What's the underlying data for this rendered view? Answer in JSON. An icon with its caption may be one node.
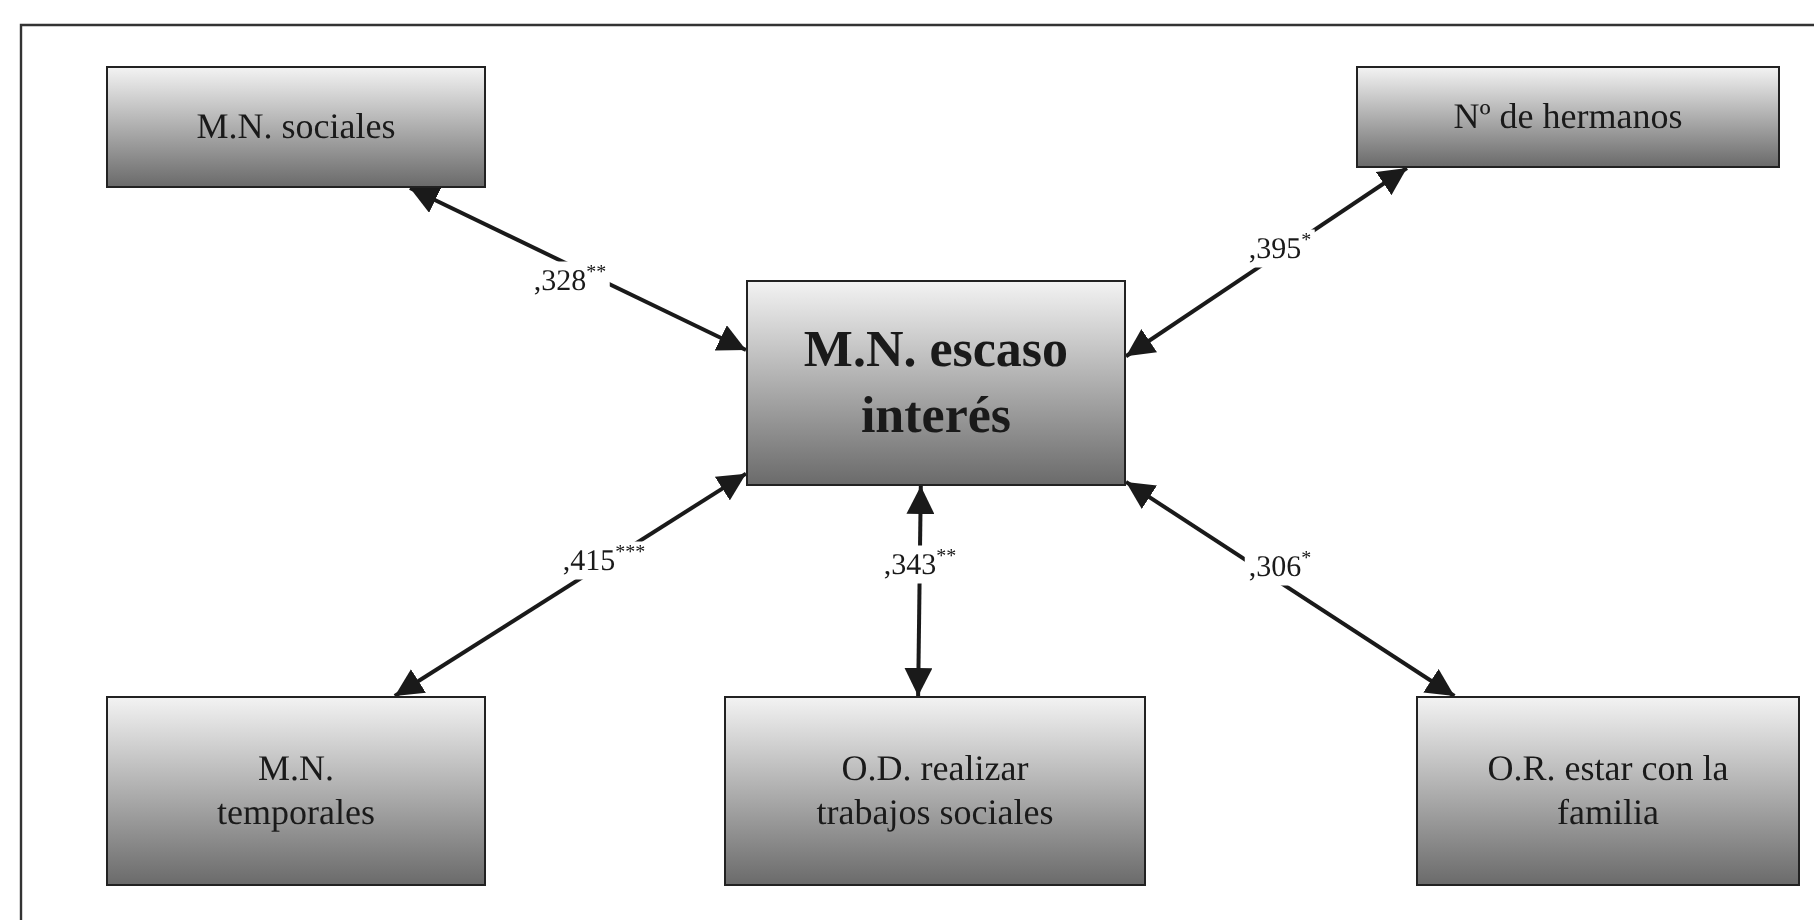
{
  "diagram": {
    "nodes": [
      {
        "text": [
          "M.N. sociales"
        ]
      },
      {
        "text": [
          "Nº de hermanos"
        ]
      },
      {
        "text": [
          "M.N. escaso interés"
        ]
      },
      {
        "text": [
          "M.N. temporales"
        ]
      },
      {
        "text": [
          "O.D. realizar trabajos sociales"
        ]
      },
      {
        "text": [
          "O.R. estar con la familia"
        ]
      }
    ],
    "edges": [
      {
        "from": 0,
        "to": 2,
        "arrow": "both",
        "label": ",328$^{**}$"
      },
      {
        "from": 1,
        "to": 2,
        "arrow": "both",
        "label": ",395$^{*}$"
      },
      {
        "from": 3,
        "to": 2,
        "arrow": "both",
        "label": ",415$^{***}$"
      },
      {
        "from": 4,
        "to": 2,
        "arrow": "both",
        "label": ",343$^{**}$"
      },
      {
        "from": 5,
        "to": 2,
        "arrow": "both",
        "label": ",306$^{*}$"
      }
    ]
  }
}
